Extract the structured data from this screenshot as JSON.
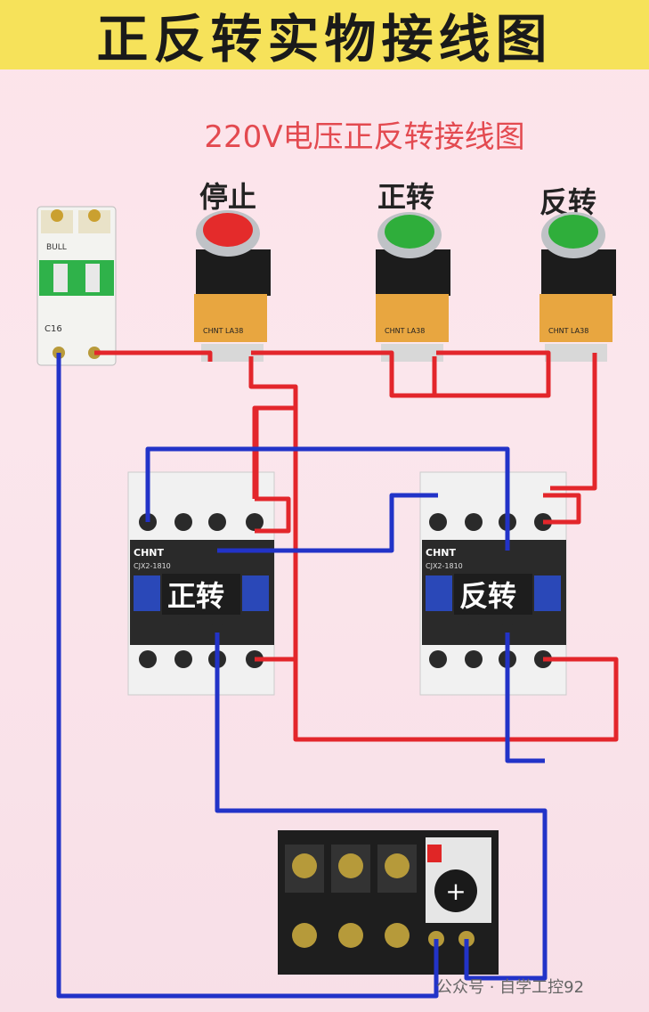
{
  "title": "正反转实物接线图",
  "subtitle": "220V电压正反转接线图",
  "buttons": [
    {
      "label": "停止",
      "color": "#e42b2b"
    },
    {
      "label": "正转",
      "color": "#2fae3b"
    },
    {
      "label": "反转",
      "color": "#2fae3b"
    }
  ],
  "button_brand": "CHNT LA38",
  "breaker": {
    "brand": "BULL",
    "rating": "C16"
  },
  "contactors": [
    {
      "label": "正转",
      "brand": "CHNT",
      "model": "CJX2-1810"
    },
    {
      "label": "反转",
      "brand": "CHNT",
      "model": "CJX2-1810"
    }
  ],
  "wire_colors": {
    "live": "#e3262b",
    "neutral": "#2233c8"
  },
  "watermark": "公众号 · 自学工控92"
}
